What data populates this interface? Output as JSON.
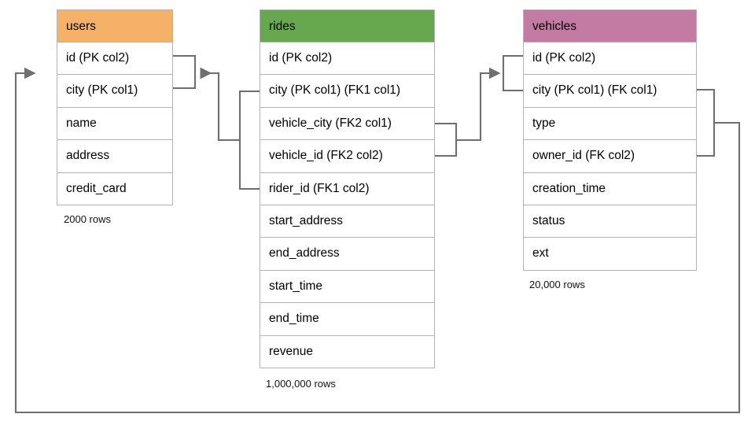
{
  "diagram": {
    "type": "entity-relationship-diagram",
    "background": "#ffffff",
    "line_color": "#6e6e6e",
    "border_color": "#b3b3b3"
  },
  "tables": [
    {
      "name": "users",
      "header_color": "#f5b167",
      "row_count_label": "2000 rows",
      "fields": [
        "id (PK col2)",
        "city (PK col1)",
        "name",
        "address",
        "credit_card"
      ]
    },
    {
      "name": "rides",
      "header_color": "#67a84e",
      "row_count_label": "1,000,000 rows",
      "fields": [
        "id (PK col2)",
        "city (PK col1) (FK1 col1)",
        "vehicle_city (FK2 col1)",
        "vehicle_id (FK2 col2)",
        "rider_id (FK1 col2)",
        "start_address",
        "end_address",
        "start_time",
        "end_time",
        "revenue"
      ]
    },
    {
      "name": "vehicles",
      "header_color": "#c47ba3",
      "row_count_label": "20,000 rows",
      "fields": [
        "id (PK col2)",
        "city (PK col1) (FK col1)",
        "type",
        "owner_id (FK col2)",
        "creation_time",
        "status",
        "ext"
      ]
    }
  ],
  "relationships": [
    {
      "name": "rides-to-users",
      "from_table": "rides",
      "from_fields": [
        "city (PK col1) (FK1 col1)",
        "rider_id (FK1 col2)"
      ],
      "to_table": "users",
      "to_fields": [
        "id (PK col2)",
        "city (PK col1)"
      ],
      "arrow_direction": "left"
    },
    {
      "name": "rides-to-vehicles",
      "from_table": "rides",
      "from_fields": [
        "vehicle_city (FK2 col1)",
        "vehicle_id (FK2 col2)"
      ],
      "to_table": "vehicles",
      "to_fields": [
        "id (PK col2)",
        "city (PK col1) (FK col1)"
      ],
      "arrow_direction": "right"
    },
    {
      "name": "vehicles-to-users",
      "from_table": "vehicles",
      "from_fields": [
        "city (PK col1) (FK col1)",
        "owner_id (FK col2)"
      ],
      "to_table": "users",
      "to_fields": [
        "id (PK col2)",
        "city (PK col1)"
      ],
      "arrow_direction": "right"
    }
  ]
}
